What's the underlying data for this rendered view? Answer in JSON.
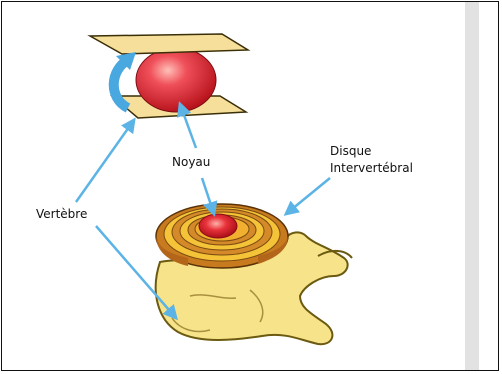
{
  "labels": {
    "noyau": "Noyau",
    "disque_line1": "Disque",
    "disque_line2": "Intervertébral",
    "vertebre": "Vertèbre"
  },
  "colors": {
    "arrow": "#5bb3e6",
    "bone": "#f7e38a",
    "bone_stroke": "#6b5a10",
    "plate": "#f6df9a",
    "nucleus": "#e8323a",
    "disc_ring": "#c77a1e",
    "strip": "#e2e2e2"
  }
}
